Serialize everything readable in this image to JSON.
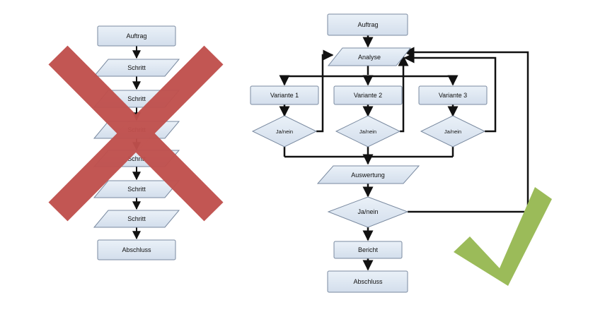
{
  "left_flow": {
    "start": "Auftrag",
    "steps": [
      "Schritt",
      "Schritt",
      "Schritt",
      "Schritt",
      "Schritt",
      "Schritt"
    ],
    "end": "Abschluss"
  },
  "right_flow": {
    "start": "Auftrag",
    "analysis": "Analyse",
    "variants": [
      "Variante 1",
      "Variante 2",
      "Variante 3"
    ],
    "decisions": [
      "Ja/nein",
      "Ja/nein",
      "Ja/nein"
    ],
    "evaluation": "Auswertung",
    "final_decision": "Ja/nein",
    "report": "Bericht",
    "end": "Abschluss"
  },
  "colors": {
    "box_fill": "#dce6f2",
    "box_stroke": "#7a8aa0",
    "arrow": "#111111",
    "cross": "#c0504d",
    "check": "#9bbb59"
  },
  "icons": {
    "left_overlay": "cross-mark-icon",
    "right_overlay": "check-mark-icon"
  }
}
